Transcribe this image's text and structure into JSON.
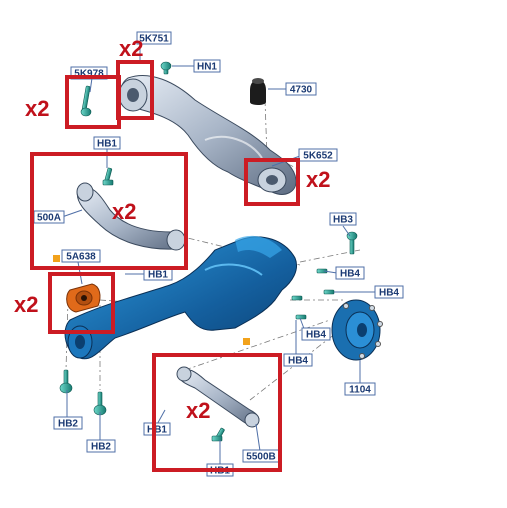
{
  "colors": {
    "highlight_box": "#cc1c24",
    "label_text": "#1b3a73",
    "bolt": "#29a89c",
    "knuckle": "#1a73b5",
    "bushing": "#e06a1a",
    "marker": "#f2a21b"
  },
  "labels": {
    "p5K751": "5K751",
    "p5K978": "5K978",
    "pHN1": "HN1",
    "p4730": "4730",
    "p5K652": "5K652",
    "pHB1a": "HB1",
    "p500A": "500A",
    "pHB3": "HB3",
    "p5A638": "5A638",
    "pHB1b": "HB1",
    "pHB4a": "HB4",
    "pHB4b": "HB4",
    "pHB4c": "HB4",
    "pHB4d": "HB4",
    "p1104": "1104",
    "pHB2a": "HB2",
    "pHB2b": "HB2",
    "pHB1c": "HB1",
    "p5500B": "5500B",
    "pHB1d": "HB1"
  },
  "quantities": {
    "q1": "x2",
    "q2": "x2",
    "q3": "x2",
    "q4": "x2",
    "q5": "x2",
    "q6": "x2"
  }
}
